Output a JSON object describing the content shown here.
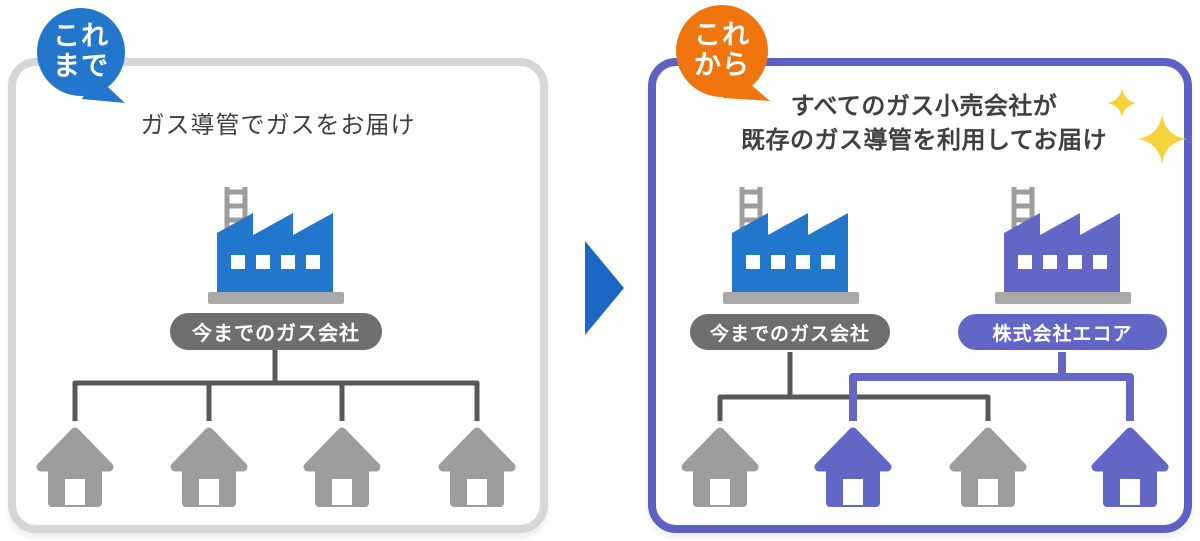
{
  "left_panel": {
    "badge_lines": [
      "これ",
      "まで"
    ],
    "title": "ガス導管でガスをお届け",
    "company_label": "今までのガス会社",
    "houses": [
      "gray",
      "gray",
      "gray",
      "gray"
    ]
  },
  "right_panel": {
    "badge_lines": [
      "これ",
      "から"
    ],
    "title_lines": [
      "すべてのガス小売会社が",
      "既存のガス導管を利用してお届け"
    ],
    "company_labels": [
      "今までのガス会社",
      "株式会社エコア"
    ],
    "houses": [
      "gray",
      "purple",
      "gray",
      "purple"
    ]
  },
  "colors": {
    "blue": "#2276cc",
    "orange": "#f1750f",
    "purple": "#6266c5",
    "gray": "#9d9d9d",
    "gray_line": "#58585a",
    "gray_pill": "#6e6e6e",
    "panel_border_gray": "#d7d7d7",
    "panel_border_purple": "#5c61c3",
    "arrow_blue": "#1c66c4",
    "sparkle_yellow": "#f8d23c",
    "ladder_gray": "#9d9d9d",
    "base_gray": "#a9a9a9",
    "title_text": "#404040"
  }
}
